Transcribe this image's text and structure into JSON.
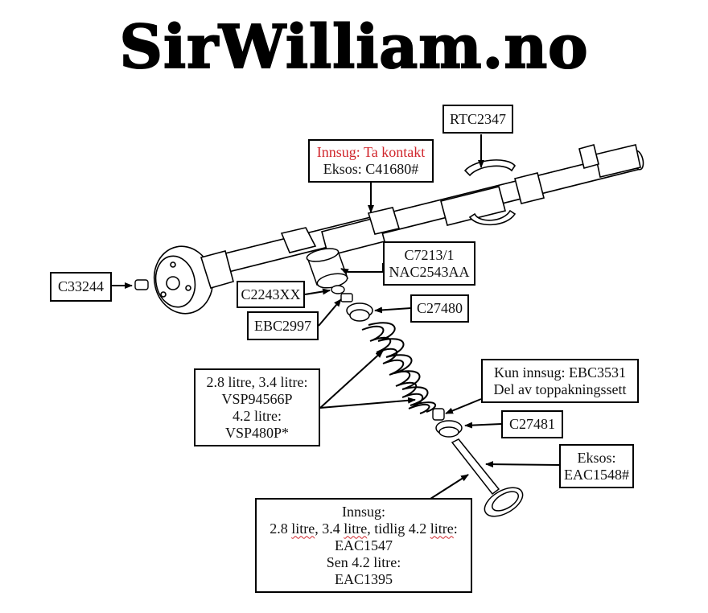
{
  "title": "SirWilliam.no",
  "labels": {
    "rtc": "RTC2347",
    "cam_top_red": "Innsug: Ta kontakt",
    "cam_top_black": "Eksos: C41680#",
    "c33244": "C33244",
    "c7213_1": "C7213/1",
    "c7213_2": "NAC2543AA",
    "c2243": "C2243XX",
    "ebc2997": "EBC2997",
    "c27480": "C27480",
    "spring_1": "2.8 litre, 3.4 litre:",
    "spring_2": "VSP94566P",
    "spring_3": "4.2 litre:",
    "spring_4": "VSP480P*",
    "kun_1": "Kun innsug: EBC3531",
    "kun_2": "Del av toppakningssett",
    "c27481": "C27481",
    "eksos_1": "Eksos:",
    "eksos_2": "EAC1548#",
    "inn_1": "Innsug:",
    "inn_2a": "2.8 ",
    "inn_2b": "litre",
    "inn_2c": ", 3.4 ",
    "inn_2d": "litre",
    "inn_2e": ", tidlig 4.2 ",
    "inn_2f": "litre",
    "inn_2g": ":",
    "inn_3": "EAC1547",
    "inn_4": "Sen 4.2 litre:",
    "inn_5": "EAC1395"
  },
  "colors": {
    "accent_red": "#d0262c",
    "line": "#000000"
  }
}
